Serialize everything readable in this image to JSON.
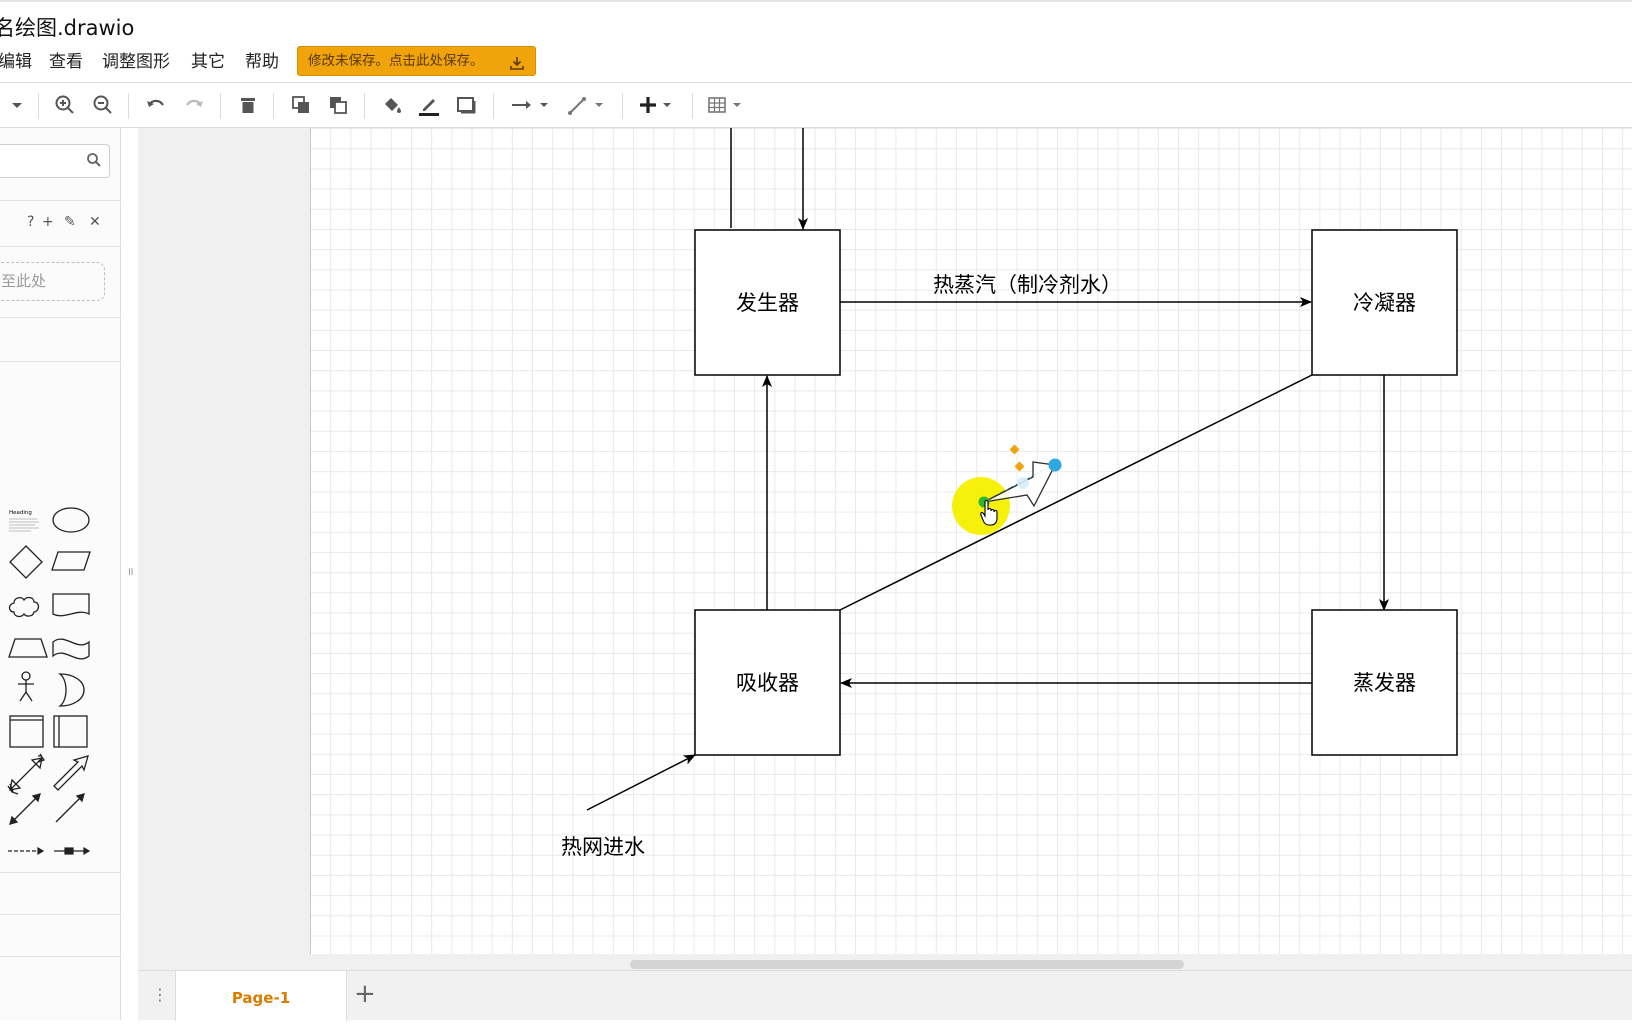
{
  "window": {
    "title": "名绘图.drawio"
  },
  "menu": {
    "items": [
      {
        "id": "edit",
        "label": "编辑"
      },
      {
        "id": "view",
        "label": "查看"
      },
      {
        "id": "arrange",
        "label": "调整图形"
      },
      {
        "id": "extras",
        "label": "其它"
      },
      {
        "id": "help",
        "label": "帮助"
      }
    ],
    "save_banner": "修改未保存。点击此处保存。"
  },
  "toolbar": {
    "icons": [
      "chevron-down-icon",
      "zoom-in-icon",
      "zoom-out-icon",
      "undo-icon",
      "redo-icon",
      "delete-icon",
      "to-front-icon",
      "to-back-icon",
      "fill-color-icon",
      "line-color-icon",
      "shadow-icon",
      "connection-icon",
      "waypoints-icon",
      "insert-icon",
      "table-icon"
    ]
  },
  "sidebar": {
    "search_placeholder": "",
    "scratchpad_tools": [
      "?",
      "+",
      "✎",
      "✕"
    ],
    "drop_zone_text": "至此处",
    "heading_shape_label": "Heading",
    "resizer": "॥"
  },
  "diagram": {
    "nodes": [
      {
        "id": "generator",
        "label": "发生器"
      },
      {
        "id": "condenser",
        "label": "冷凝器"
      },
      {
        "id": "absorber",
        "label": "吸收器"
      },
      {
        "id": "evaporator",
        "label": "蒸发器"
      }
    ],
    "edge_labels": {
      "generator_to_condenser": "热蒸汽（制冷剂水）",
      "inlet": "热网进水"
    },
    "colors": {
      "highlight": "#f4f000",
      "handle_start": "#2db82d",
      "handle_end": "#2fa7e0",
      "waypoint": "#f0a30a"
    }
  },
  "footer": {
    "page_tab": "Page-1",
    "page_menu_icon": "⋮",
    "add_page_icon": "+"
  },
  "colors": {
    "accent": "#f0a30a",
    "page_tab_text": "#d97c00"
  }
}
